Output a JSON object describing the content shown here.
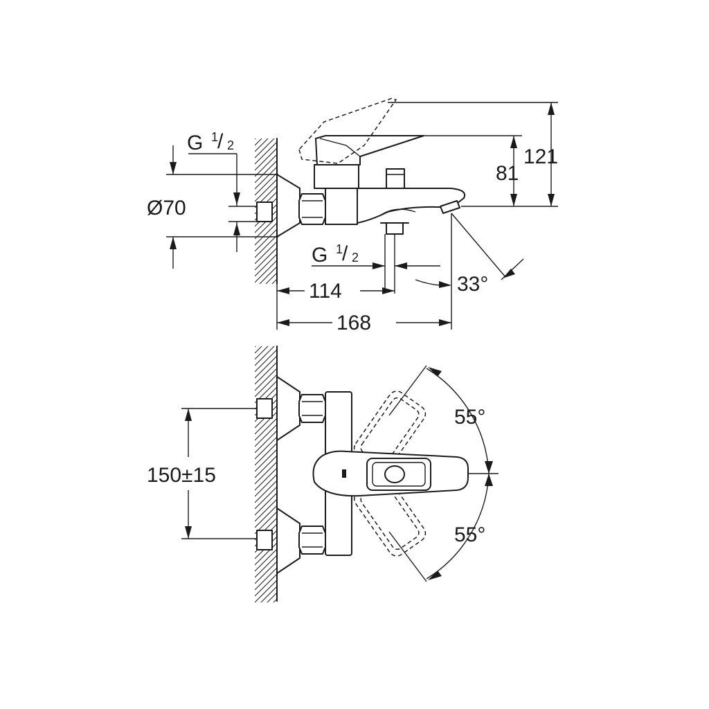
{
  "side_view": {
    "thread_top_main": "G",
    "thread_top_num": "1",
    "thread_top_den": "2",
    "thread_top_slash": "/",
    "diameter": "Ø70",
    "thread_bottom_main": "G",
    "thread_bottom_num": "1",
    "thread_bottom_den": "2",
    "thread_bottom_slash": "/",
    "height_handle": "81",
    "height_total": "121",
    "spout_angle": "33°",
    "depth_outlet": "114",
    "depth_total": "168"
  },
  "top_view": {
    "centers": "150±15",
    "rotation_up": "55°",
    "rotation_down": "55°"
  }
}
